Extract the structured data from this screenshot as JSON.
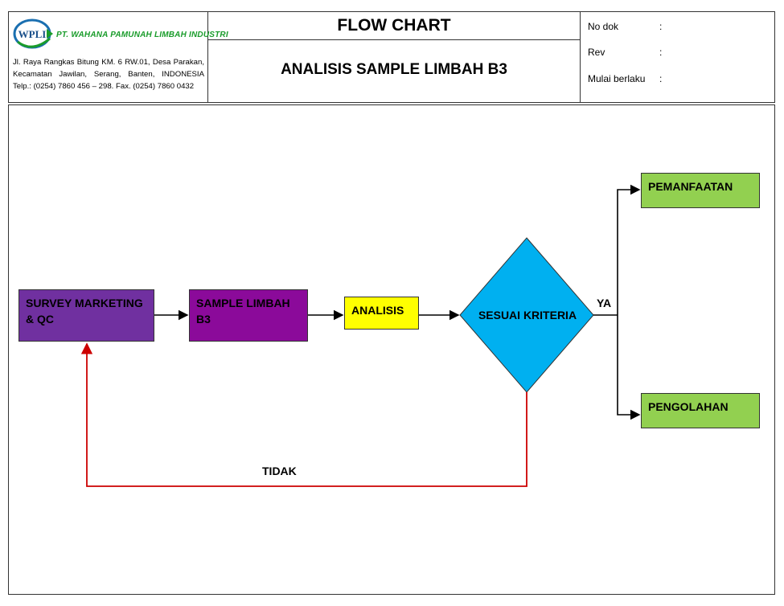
{
  "header": {
    "logo_text": "WPLI",
    "company_name": "PT. WAHANA PAMUNAH LIMBAH INDUSTRI",
    "company_address": "Jl. Raya Rangkas Bitung KM. 6 RW.01, Desa Parakan, Kecamatan Jawilan, Serang, Banten, INDONESIA Telp.: (0254) 7860 456 – 298. Fax. (0254) 7860 0432",
    "doc_type": "FLOW CHART",
    "doc_title": "ANALISIS SAMPLE LIMBAH B3",
    "meta": [
      {
        "label": "No dok",
        "sep": ":"
      },
      {
        "label": "Rev",
        "sep": ":"
      },
      {
        "label": "Mulai berlaku",
        "sep": ":"
      }
    ]
  },
  "colors": {
    "survey": "#7030a0",
    "sample": "#8b0a9a",
    "analisis": "#ffff00",
    "decision": "#00b0f0",
    "outcome": "#92d050",
    "reject_line": "#cc0000",
    "logo_green": "#1a9c2b"
  },
  "flow": {
    "nodes": {
      "survey": "SURVEY MARKETING & QC",
      "sample": "SAMPLE LIMBAH B3",
      "analisis": "ANALISIS",
      "decision": "SESUAI KRITERIA",
      "pemanfaatan": "PEMANFAATAN",
      "pengolahan": "PENGOLAHAN"
    },
    "edges": {
      "yes_label": "YA",
      "no_label": "TIDAK"
    }
  }
}
